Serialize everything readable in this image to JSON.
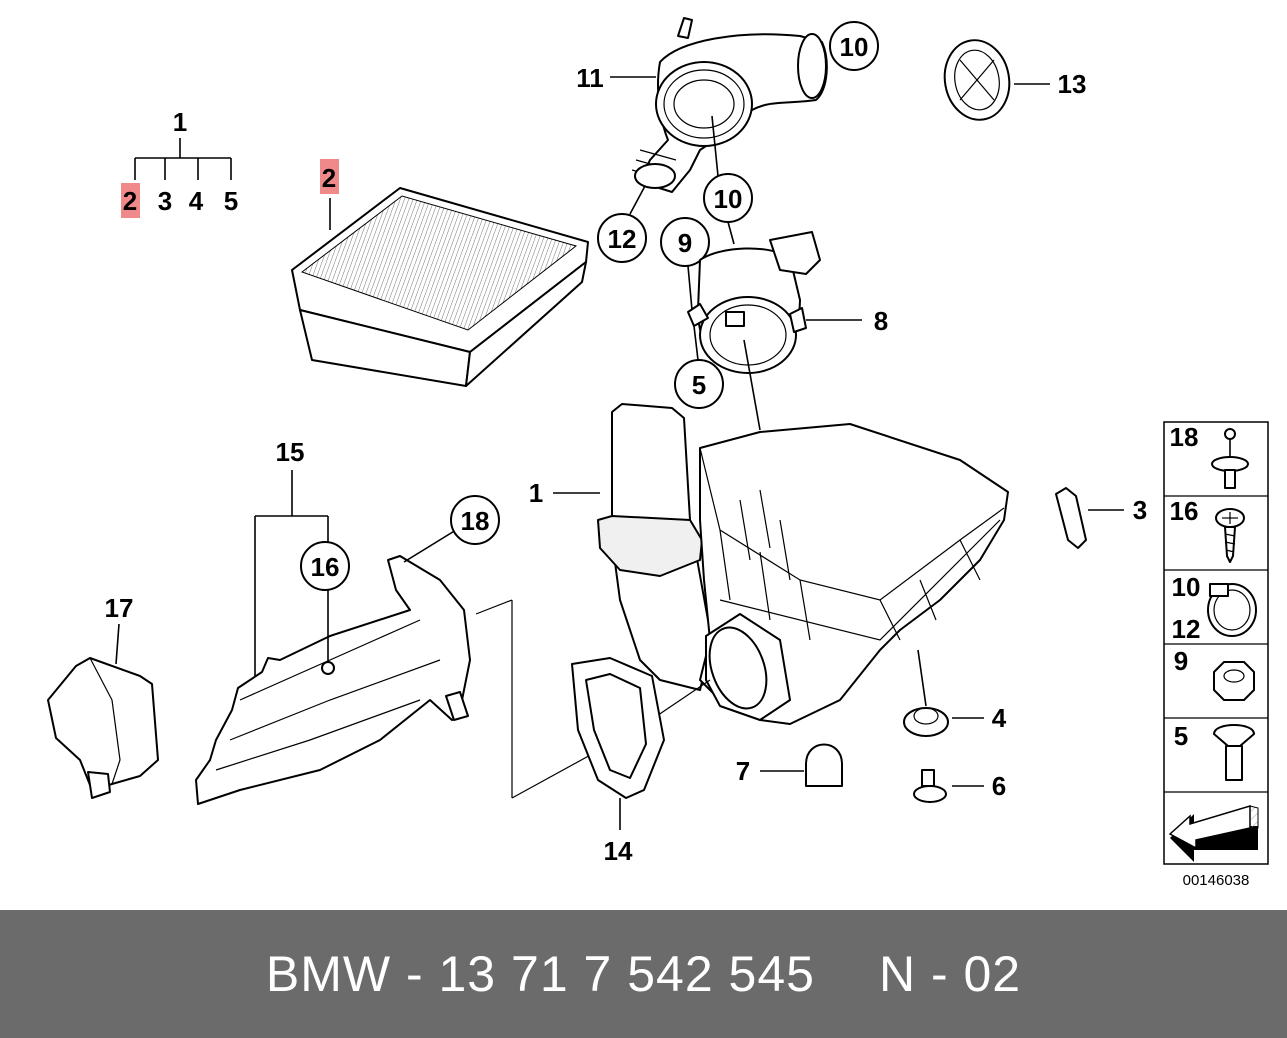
{
  "diagram": {
    "labels": {
      "p1_top": "1",
      "p2_tree": "2",
      "p3_tree": "3",
      "p4_tree": "4",
      "p5_tree": "5",
      "p2_filter": "2",
      "p11": "11",
      "p10_top": "10",
      "p13": "13",
      "p10_mid": "10",
      "p12": "12",
      "p9": "9",
      "p8": "8",
      "p5_circle": "5",
      "p1_box": "1",
      "p3_clip": "3",
      "p15": "15",
      "p16_circle": "16",
      "p18_circle": "18",
      "p17": "17",
      "p14": "14",
      "p4_grommet": "4",
      "p7": "7",
      "p6": "6"
    },
    "legend": {
      "cells": [
        "18",
        "16",
        "10",
        "12",
        "9",
        "5"
      ],
      "code": "00146038"
    },
    "highlight_color": "#f08a8a"
  },
  "footer": {
    "part_label": "BMW - 13 71 7 542 545",
    "ref_label": "N - 02"
  }
}
